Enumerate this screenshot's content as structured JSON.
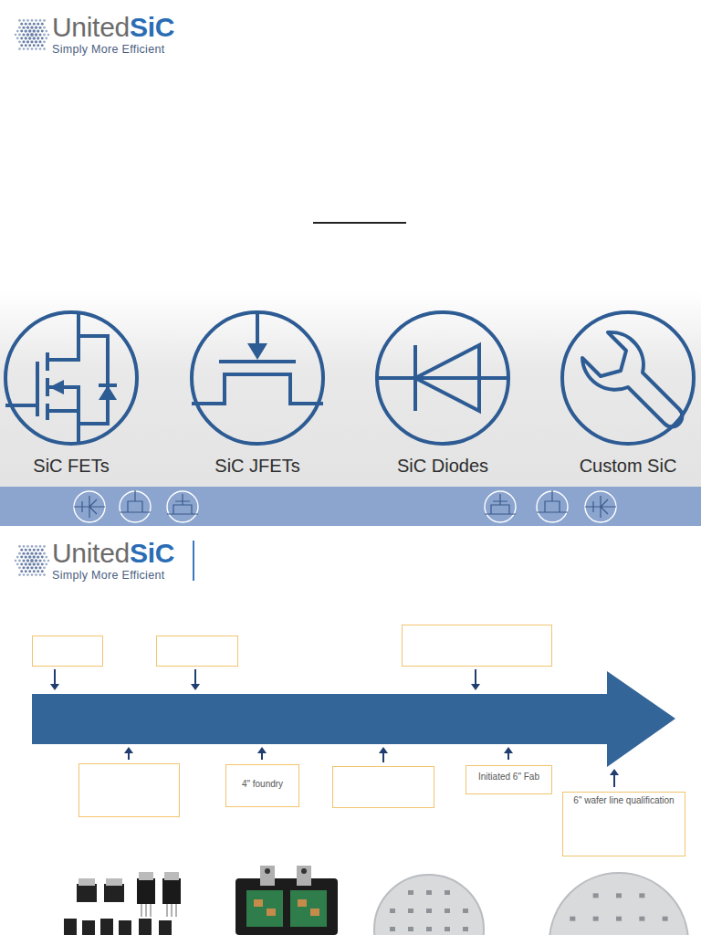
{
  "diagram": {
    "nodes": [
      {
        "text": [
          "SiC FETs"
        ]
      },
      {
        "text": [
          "SiC JFETs"
        ]
      },
      {
        "text": [
          "SiC Diodes"
        ]
      },
      {
        "text": [
          "Custom SiC"
        ]
      },
      {
        "text": [
          "4\" foundry"
        ]
      },
      {
        "text": [
          "Initiated 6\" Fab"
        ]
      },
      {
        "text": [
          "6\" wafer line qualification"
        ]
      }
    ],
    "labels": [
      "United",
      "SiC",
      "Simply More Efficient",
      "United",
      "SiC",
      "Simply More Efficient"
    ]
  }
}
